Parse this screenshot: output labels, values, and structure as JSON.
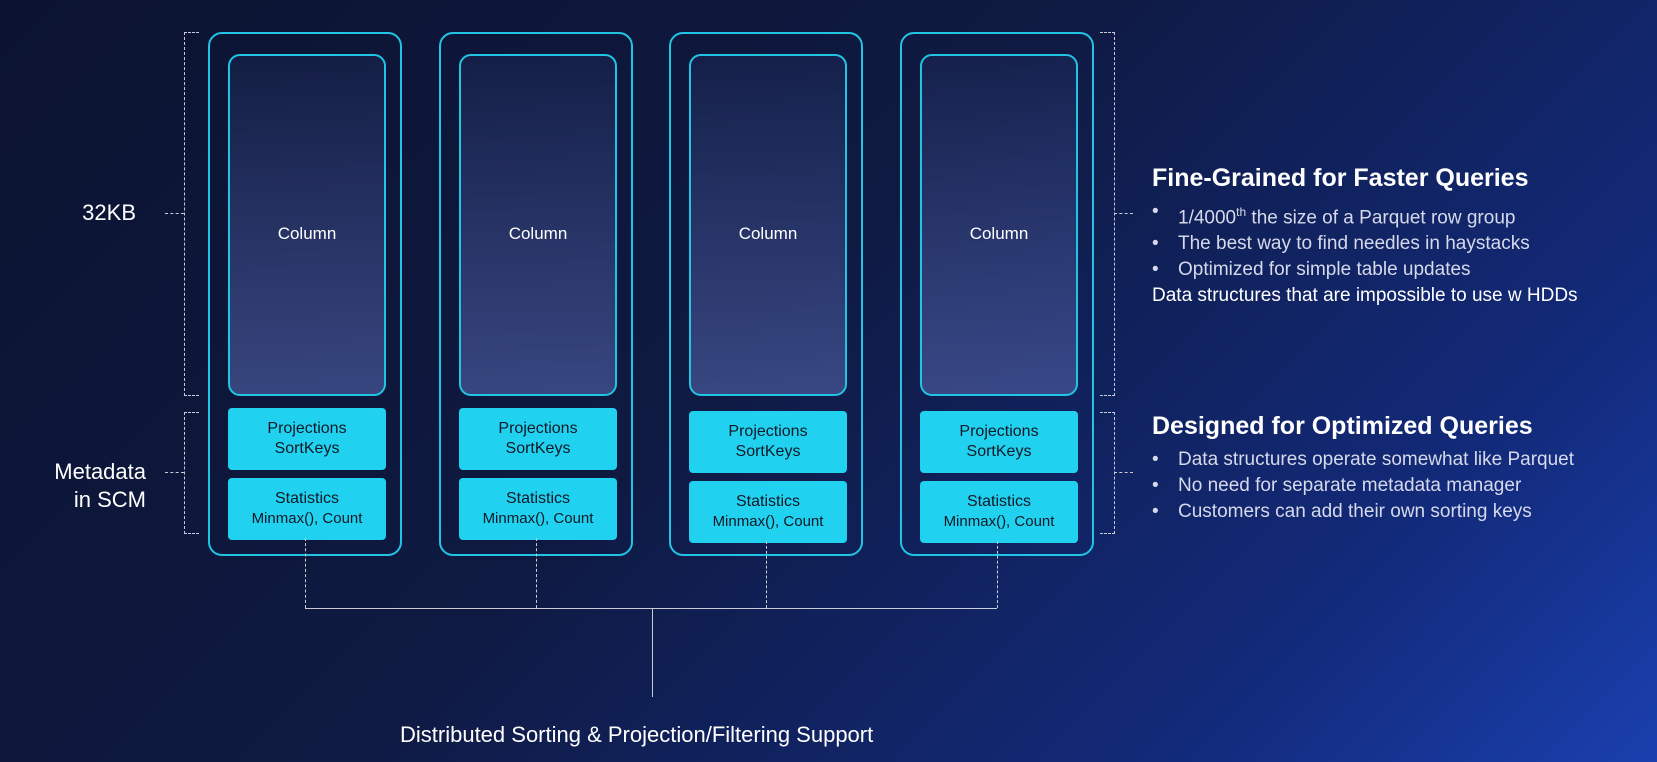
{
  "left_labels": {
    "size": "32KB",
    "metadata_line1": "Metadata",
    "metadata_line2": "in SCM"
  },
  "columns": [
    {
      "label": "Column",
      "projections": "Projections",
      "sortkeys": "SortKeys",
      "statistics": "Statistics",
      "stats_detail": "Minmax(), Count"
    },
    {
      "label": "Column",
      "projections": "Projections",
      "sortkeys": "SortKeys",
      "statistics": "Statistics",
      "stats_detail": "Minmax(), Count"
    },
    {
      "label": "Column",
      "projections": "Projections",
      "sortkeys": "SortKeys",
      "statistics": "Statistics",
      "stats_detail": "Minmax(), Count"
    },
    {
      "label": "Column",
      "projections": "Projections",
      "sortkeys": "SortKeys",
      "statistics": "Statistics",
      "stats_detail": "Minmax(), Count"
    }
  ],
  "bottom_label": "Distributed Sorting & Projection/Filtering Support",
  "panel1": {
    "title": "Fine-Grained for Faster Queries",
    "bullet1_pre": "1/4000",
    "bullet1_sup": "th",
    "bullet1_post": " the size of a Parquet row group",
    "bullet2": "The best way to find needles in haystacks",
    "bullet3": "Optimized for simple table updates",
    "note": "Data structures that are impossible to use w HDDs"
  },
  "panel2": {
    "title": "Designed for Optimized Queries",
    "bullets": [
      "Data structures operate somewhat like Parquet",
      "No need for separate metadata manager",
      "Customers can add their own sorting keys"
    ]
  },
  "bullet_char": "•",
  "colors": {
    "accent": "#22c4e4",
    "meta_fill": "#20d2ef",
    "background": "#0f1a42"
  }
}
